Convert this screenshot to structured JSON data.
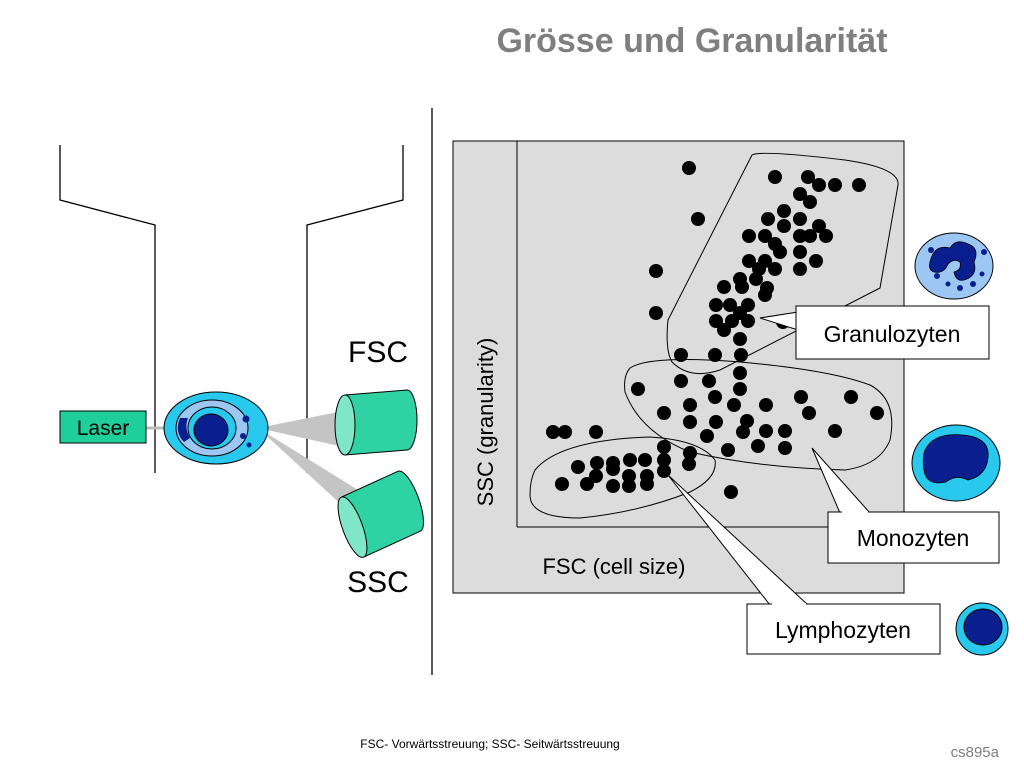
{
  "title": "Grösse und Granularität",
  "labels": {
    "fsc_detector": "FSC",
    "ssc_detector": "SSC",
    "laser": "Laser",
    "x_axis": "FSC (cell size)",
    "y_axis": "SSC (granularity)"
  },
  "populations": [
    {
      "name": "Granulozyten"
    },
    {
      "name": "Monozyten"
    },
    {
      "name": "Lymphozyten"
    }
  ],
  "footnote": "FSC- Vorwärtsstreuung; SSC- Seitwärtsstreuung",
  "slide_code": "cs895a",
  "colors": {
    "title": "#7f7f7f",
    "plot_background": "#dcdcdc",
    "detector": "#2fd3a3",
    "laser_box": "#1fcf9a",
    "cell_outer": "#29c9ee",
    "cell_nucleus": "#0a1f8f"
  }
}
